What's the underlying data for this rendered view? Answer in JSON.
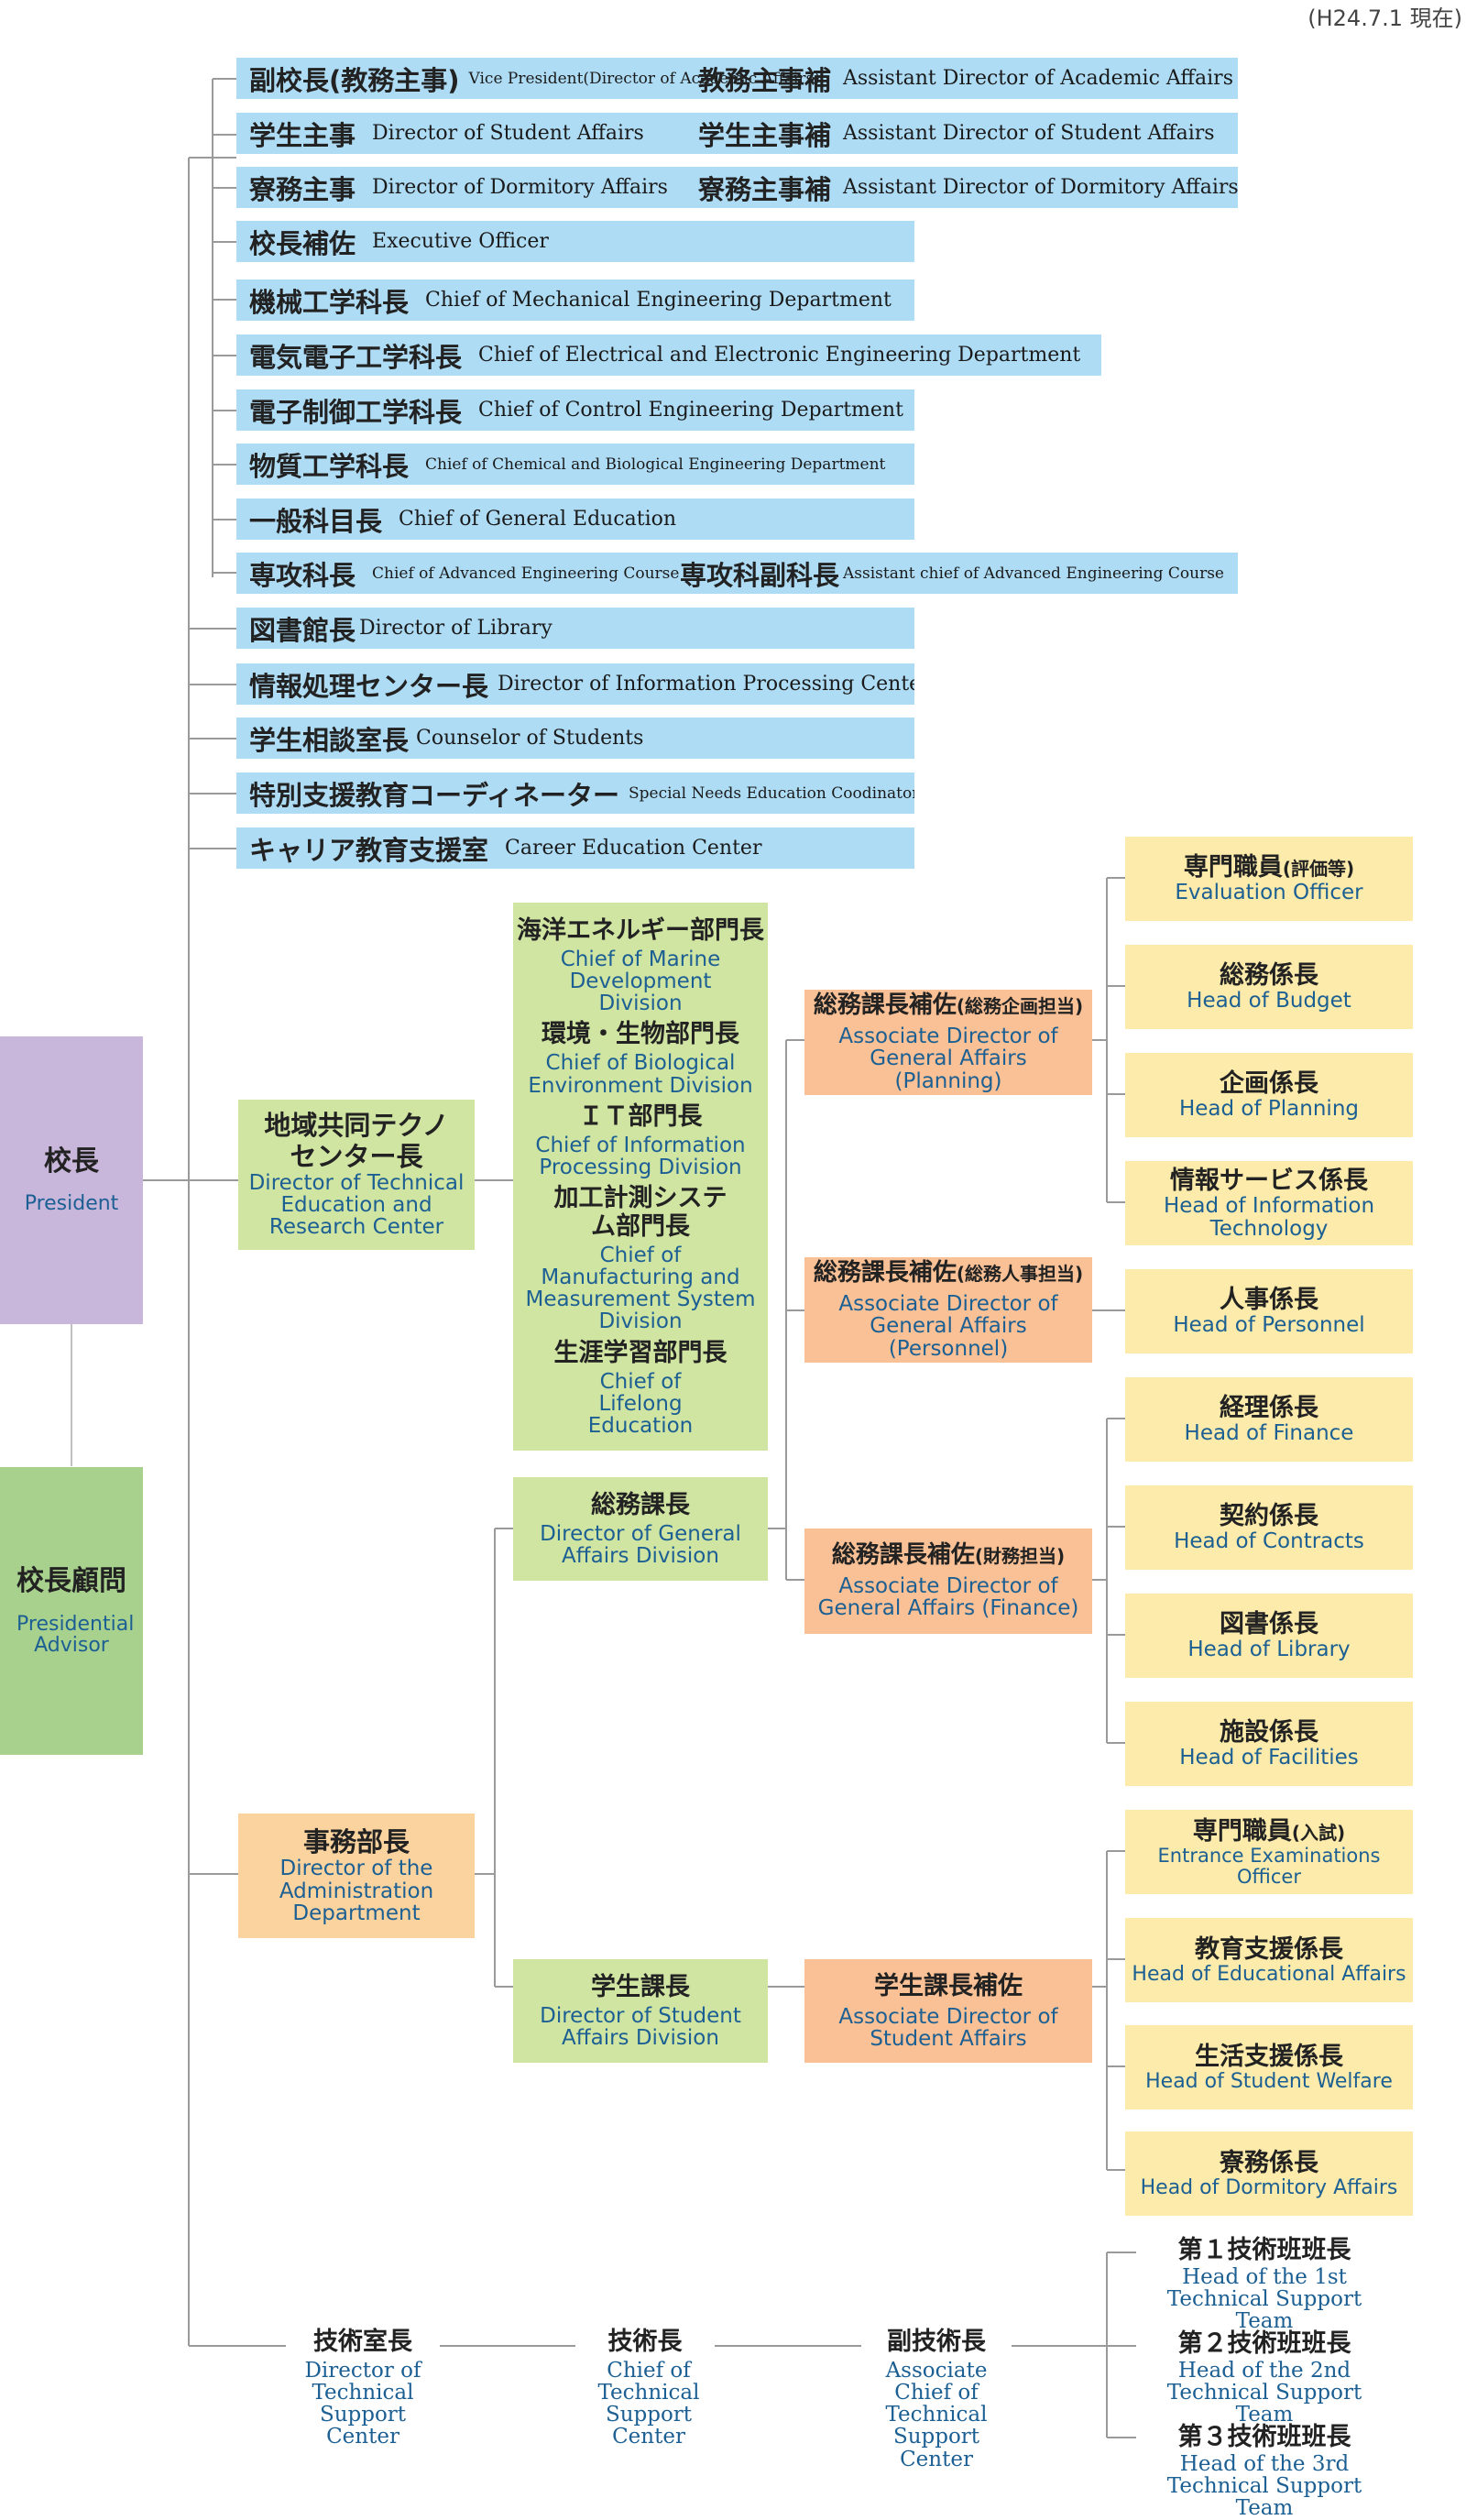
{
  "date": "(H24.7.1 現在)",
  "bars": [
    {
      "jp": "副校長(教務主事)",
      "en": "Vice President(Director of Academic Affairs)",
      "jp2": "教務主事補",
      "en2": "Assistant Director of Academic Affairs"
    },
    {
      "jp": "学生主事",
      "en": "Director of Student Affairs",
      "jp2": "学生主事補",
      "en2": "Assistant Director of Student Affairs"
    },
    {
      "jp": "寮務主事",
      "en": "Director of Dormitory Affairs",
      "jp2": "寮務主事補",
      "en2": "Assistant Director of Dormitory Affairs"
    },
    {
      "jp": "校長補佐",
      "en": "Executive Officer"
    },
    {
      "jp": "機械工学科長",
      "en": "Chief of Mechanical Engineering Department"
    },
    {
      "jp": "電気電子工学科長",
      "en": "Chief of Electrical and Electronic Engineering Department"
    },
    {
      "jp": "電子制御工学科長",
      "en": "Chief of Control Engineering Department"
    },
    {
      "jp": "物質工学科長",
      "en": "Chief of Chemical and Biological Engineering Department"
    },
    {
      "jp": "一般科目長",
      "en": "Chief of General Education"
    },
    {
      "jp": "専攻科長",
      "en": "Chief of Advanced Engineering Course",
      "jp2": "専攻科副科長",
      "en2": "Assistant chief of Advanced Engineering Course"
    },
    {
      "jp": "図書館長",
      "en": "Director of Library"
    },
    {
      "jp": "情報処理センター長",
      "en": "Director of Information Processing Center"
    },
    {
      "jp": "学生相談室長",
      "en": "Counselor of Students"
    },
    {
      "jp": "特別支援教育コーディネーター",
      "en": "Special Needs Education Coodinator"
    },
    {
      "jp": "キャリア教育支援室",
      "en": "Career Education Center"
    }
  ],
  "president": {
    "jp": "校長",
    "en": "President"
  },
  "advisor": {
    "jp": "校長顧問",
    "en": "Presidential Advisor"
  },
  "techno_center": {
    "jp": "地域共同テクノセンター長",
    "en": "Director of Technical Education and Research Center"
  },
  "divisions": [
    {
      "jp": "海洋エネルギー部門長",
      "en": "Chief of Marine Development Division"
    },
    {
      "jp": "環境・生物部門長",
      "en": "Chief of Biological Environment Division"
    },
    {
      "jp": "ＩＴ部門長",
      "en": "Chief of Information Processing Division"
    },
    {
      "jp": "加工計測システム部門長",
      "en": "Chief of Manufacturing and Measurement System Division"
    },
    {
      "jp": "生涯学習部門長",
      "en": "Chief of Lifelong Education"
    }
  ],
  "admin_director": {
    "jp": "事務部長",
    "en": "Director of the Administration Department"
  },
  "general_affairs": {
    "jp": "総務課長",
    "en": "Director of General Affairs Division"
  },
  "student_affairs": {
    "jp": "学生課長",
    "en": "Director of Student Affairs Division"
  },
  "associates": [
    {
      "jp": "総務課長補佐",
      "jp_small": "(総務企画担当)",
      "en": "Associate Director of General Affairs (Planning)"
    },
    {
      "jp": "総務課長補佐",
      "jp_small": "(総務人事担当)",
      "en": "Associate Director of General Affairs (Personnel)"
    },
    {
      "jp": "総務課長補佐",
      "jp_small": "(財務担当)",
      "en": "Associate Director of General Affairs (Finance)"
    },
    {
      "jp": "学生課長補佐",
      "jp_small": "",
      "en": "Associate Director of Student Affairs"
    }
  ],
  "heads": [
    {
      "jp": "専門職員",
      "jp_small": "(評価等)",
      "en": "Evaluation Officer"
    },
    {
      "jp": "総務係長",
      "jp_small": "",
      "en": "Head of Budget"
    },
    {
      "jp": "企画係長",
      "jp_small": "",
      "en": "Head of Planning"
    },
    {
      "jp": "情報サービス係長",
      "jp_small": "",
      "en": "Head of Information Technology"
    },
    {
      "jp": "人事係長",
      "jp_small": "",
      "en": "Head of Personnel"
    },
    {
      "jp": "経理係長",
      "jp_small": "",
      "en": "Head of Finance"
    },
    {
      "jp": "契約係長",
      "jp_small": "",
      "en": "Head of Contracts"
    },
    {
      "jp": "図書係長",
      "jp_small": "",
      "en": "Head of Library"
    },
    {
      "jp": "施設係長",
      "jp_small": "",
      "en": "Head of Facilities"
    },
    {
      "jp": "専門職員",
      "jp_small": "(入試)",
      "en": "Entrance Examinations Officer"
    },
    {
      "jp": "教育支援係長",
      "jp_small": "",
      "en": "Head of Educational Affairs"
    },
    {
      "jp": "生活支援係長",
      "jp_small": "",
      "en": "Head of Student Welfare"
    },
    {
      "jp": "寮務係長",
      "jp_small": "",
      "en": "Head of Dormitory Affairs"
    }
  ],
  "technical": [
    {
      "jp": "技術室長",
      "en": "Director of Technical Support Center"
    },
    {
      "jp": "技術長",
      "en": "Chief of Technical Support Center"
    },
    {
      "jp": "副技術長",
      "en": "Associate Chief of Technical Support Center"
    }
  ],
  "teams": [
    {
      "jp": "第１技術班班長",
      "en": "Head of the 1st Technical Support Team"
    },
    {
      "jp": "第２技術班班長",
      "en": "Head of the 2nd Technical Support Team"
    },
    {
      "jp": "第３技術班班長",
      "en": "Head of the 3rd Technical Support Team"
    }
  ]
}
